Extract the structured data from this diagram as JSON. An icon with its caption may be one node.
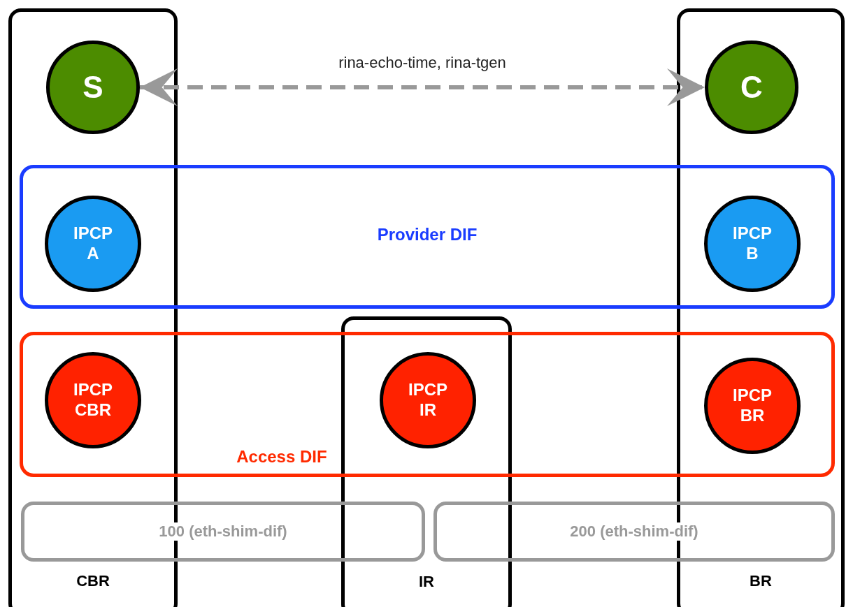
{
  "diagram": {
    "nodes": [
      {
        "text": [
          "CBR"
        ]
      },
      {
        "text": [
          "S"
        ],
        "in": 0
      },
      {
        "text": [
          "BR"
        ]
      },
      {
        "text": [
          "C"
        ],
        "in": 2
      },
      {
        "text": [
          "Provider DIF"
        ]
      },
      {
        "text": [
          "IPCP A"
        ]
      },
      {
        "text": [
          "IPCP B"
        ]
      },
      {
        "text": [
          "Access DIF"
        ]
      },
      {
        "text": [
          "IPCP CBR"
        ]
      },
      {
        "text": [
          "IR"
        ]
      },
      {
        "text": [
          "IPCP IR"
        ]
      },
      {
        "text": [
          "IPCP BR"
        ]
      },
      {
        "text": [
          "100 (eth-shim-dif)"
        ]
      },
      {
        "text": [
          "200 (eth-shim-dif)"
        ]
      }
    ],
    "edges": [
      {
        "from": 1,
        "to": 3,
        "arrow": "both",
        "label": "rina-echo-time, rina-tgen",
        "style": "dashed",
        "color": "#999999"
      }
    ]
  }
}
